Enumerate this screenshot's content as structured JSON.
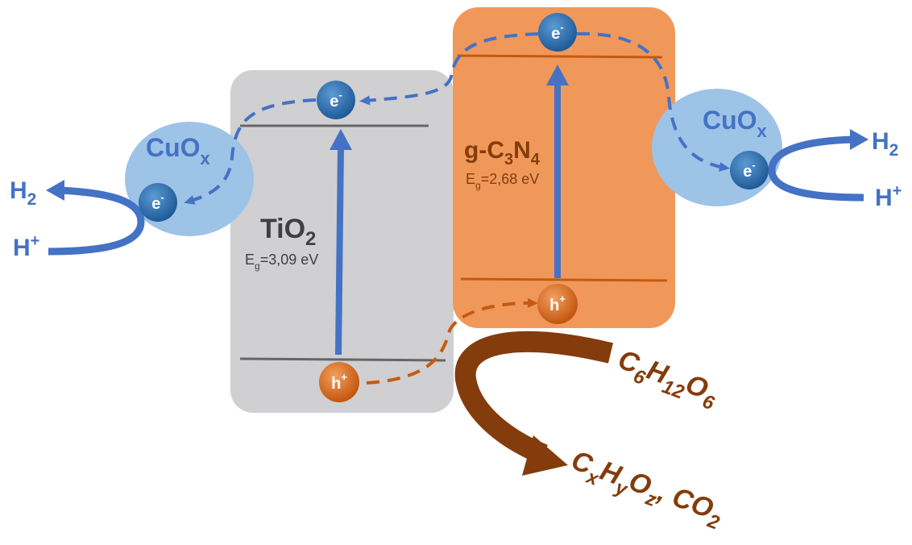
{
  "colors": {
    "tio2_box": "#d0cfd1",
    "gc3n4_box": "#f0985a",
    "cuox_blob": "#9dc3e7",
    "electron": "#2e75b6",
    "hole": "#e8741e",
    "blue": "#4472c4",
    "dark_orange": "#c55a11",
    "brown": "#843c0c",
    "band_line_gray": "#666666",
    "band_line_orange": "#c55a11"
  },
  "tio2": {
    "name": "TiO",
    "sub": "2",
    "eg_main": "E",
    "eg_sub": "g",
    "eg_value": "=3,09 eV"
  },
  "gc3n4": {
    "p1": "g-C",
    "s1": "3",
    "p2": "N",
    "s2": "4",
    "eg_main": "E",
    "eg_sub": "g",
    "eg_value": "=2,68 eV"
  },
  "cuox_left": {
    "main": "CuO",
    "sub": "x"
  },
  "cuox_right": {
    "main": "CuO",
    "sub": "x"
  },
  "electron": {
    "main": "e",
    "sup": "-"
  },
  "hole": {
    "main": "h",
    "sup": "+"
  },
  "left_products": {
    "h2_main": "H",
    "h2_sub": "2",
    "hp_main": "H",
    "hp_sup": "+"
  },
  "right_products": {
    "h2_main": "H",
    "h2_sub": "2",
    "hp_main": "H",
    "hp_sup": "+"
  },
  "glucose": {
    "c": "C",
    "c_sub": "6",
    "h": "H",
    "h_sub": "12",
    "o": "O",
    "o_sub": "6"
  },
  "oxidation_products": {
    "c": "C",
    "c_sub": "x",
    "h": "H",
    "h_sub": "y",
    "o": "O",
    "o_sub": "z",
    "tail_main": ", CO",
    "tail_sub": "2"
  }
}
